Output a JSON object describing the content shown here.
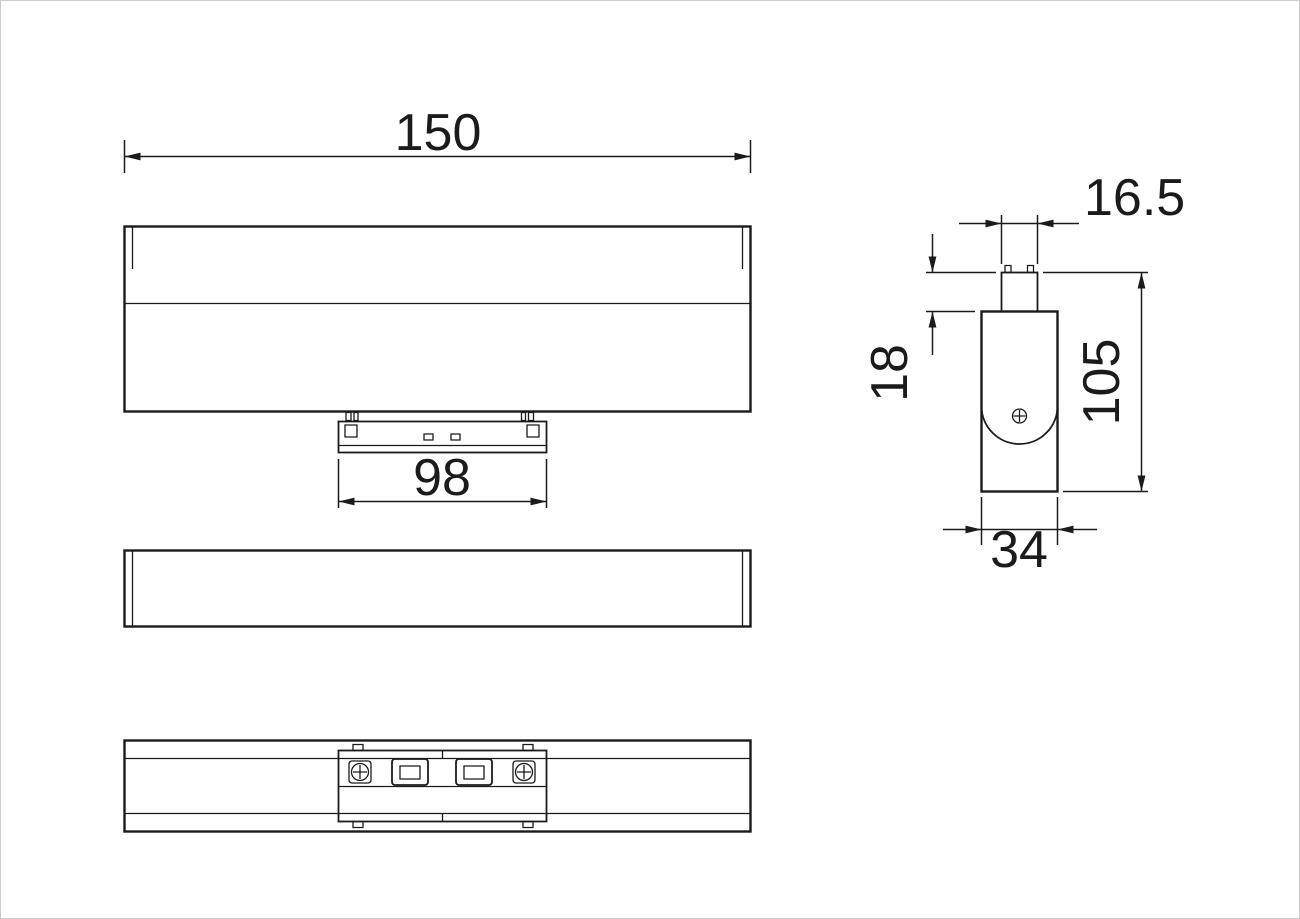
{
  "colors": {
    "line": "#1b1b1b",
    "background": "#ffffff",
    "frame": "#cccccc"
  },
  "dimensions": {
    "front_width": "150",
    "adapter_width": "98",
    "connector_width": "16.5",
    "connector_height": "18",
    "overall_height": "105",
    "body_depth": "34"
  }
}
